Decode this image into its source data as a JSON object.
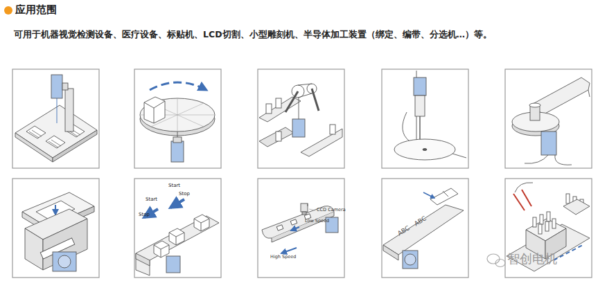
{
  "diagram": {
    "title": "应用范围",
    "labels": [
      "可用于机器视觉检测设备、医疗设备、标贴机、LCD切割、小型雕刻机、半导体加工装置（绑定、编带、分选机…）等。",
      "Start",
      "Stop",
      "Start",
      "Stop",
      "CCD Camera",
      "Low Speed",
      "High Speed",
      "ABC",
      "ABC",
      "智创电机"
    ]
  }
}
